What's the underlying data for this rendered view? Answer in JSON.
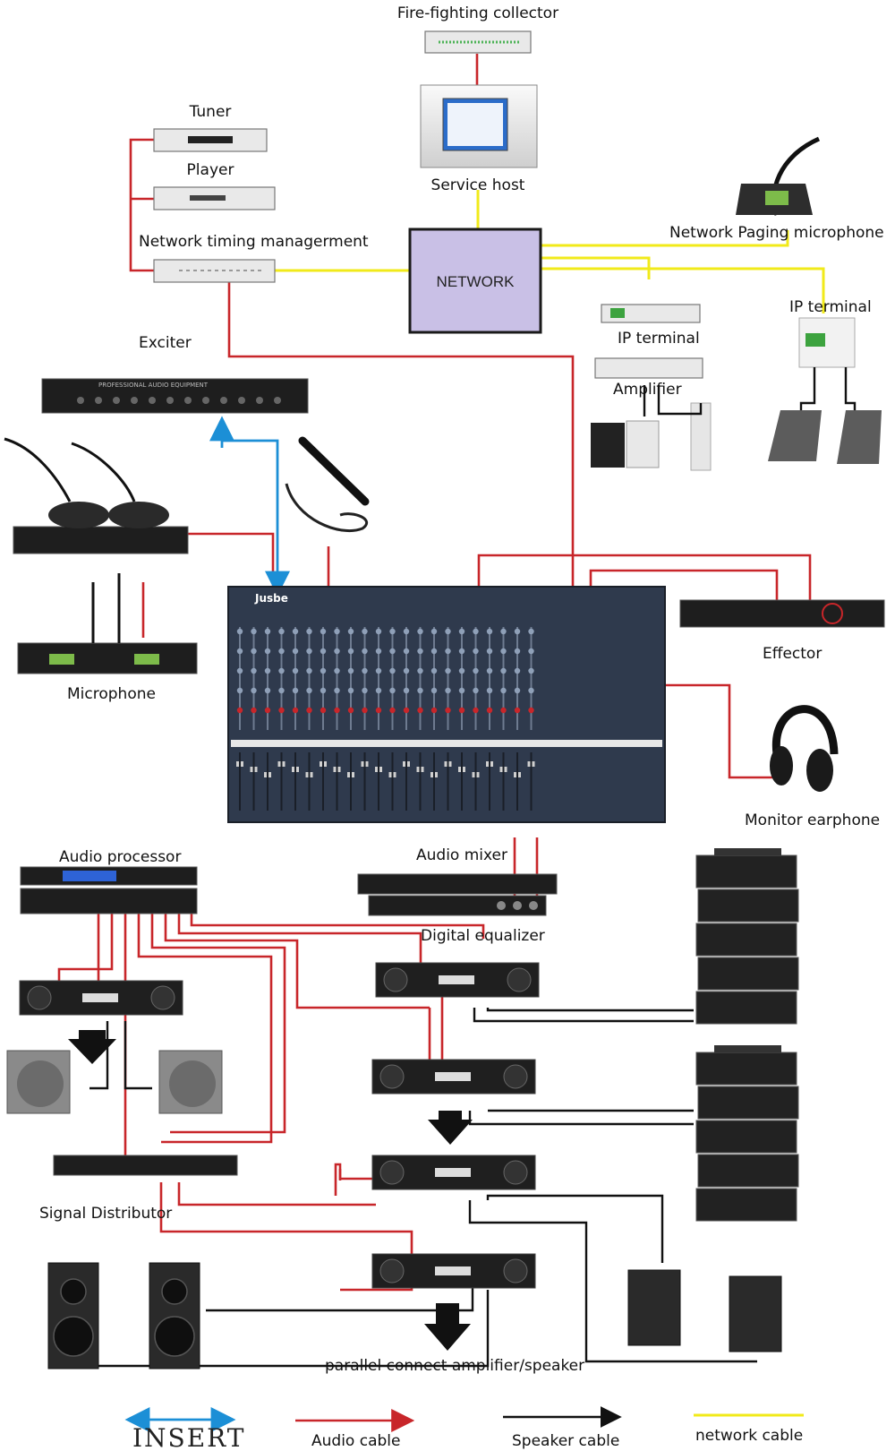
{
  "labels": {
    "fire_collector": "Fire-fighting collector",
    "tuner": "Tuner",
    "player": "Player",
    "service_host": "Service host",
    "network_timing": "Network timing managerment",
    "network_paging": "Network Paging microphone",
    "network": "NETWORK",
    "exciter": "Exciter",
    "ip_terminal_left": "IP terminal",
    "ip_terminal_right": "IP terminal",
    "amplifier": "Amplifier",
    "microphone": "Microphone",
    "effector": "Effector",
    "monitor_earphone": "Monitor earphone",
    "audio_processor": "Audio processor",
    "audio_mixer": "Audio mixer",
    "digital_equalizer": "Digital equalizer",
    "signal_distributor": "Signal Distributor",
    "parallel": "parallel connect amplifier/speaker",
    "mixer_brand": "Jusbe",
    "exciter_brand": "PROFESSIONAL AUDIO EQUIPMENT"
  },
  "legend": {
    "insert": "INSERT",
    "audio": "Audio cable",
    "speaker": "Speaker cable",
    "network": "network cable"
  },
  "colors": {
    "audio_cable": "#c8262a",
    "speaker_cable": "#111111",
    "network_cable": "#f1ea1a",
    "insert_cable": "#1c8fd6",
    "network_box": "#c9c0e6"
  }
}
